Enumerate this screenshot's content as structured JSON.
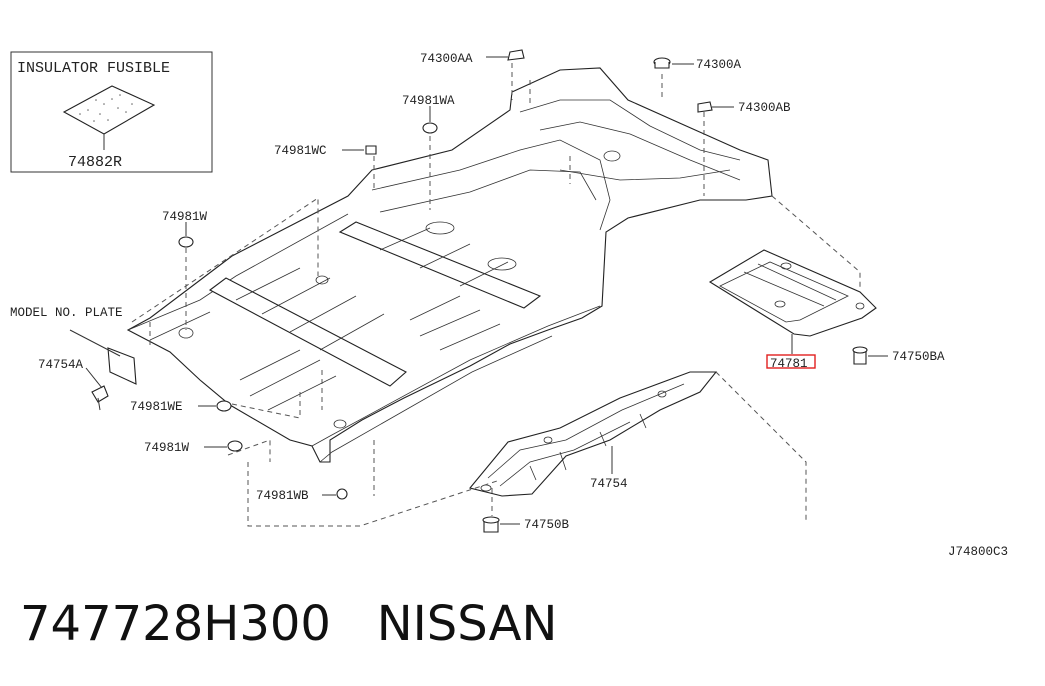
{
  "inset": {
    "title": "INSULATOR FUSIBLE",
    "part": "74882R"
  },
  "labels": {
    "p74300AA": "74300AA",
    "p74300A": "74300A",
    "p74300AB": "74300AB",
    "p74981WA": "74981WA",
    "p74981WC": "74981WC",
    "p74981W_top": "74981W",
    "model_plate": "MODEL NO. PLATE",
    "p74754A": "74754A",
    "p74981WE": "74981WE",
    "p74981W_bottom": "74981W",
    "p74981WB": "74981WB",
    "p74754": "74754",
    "p74750B": "74750B",
    "p74781": "74781",
    "p74750BA": "74750BA",
    "diagram_code": "J74800C3"
  },
  "highlight": {
    "color": "#e0201e",
    "part": "74781"
  },
  "caption": {
    "part_number": "747728H300",
    "brand": "NISSAN"
  }
}
